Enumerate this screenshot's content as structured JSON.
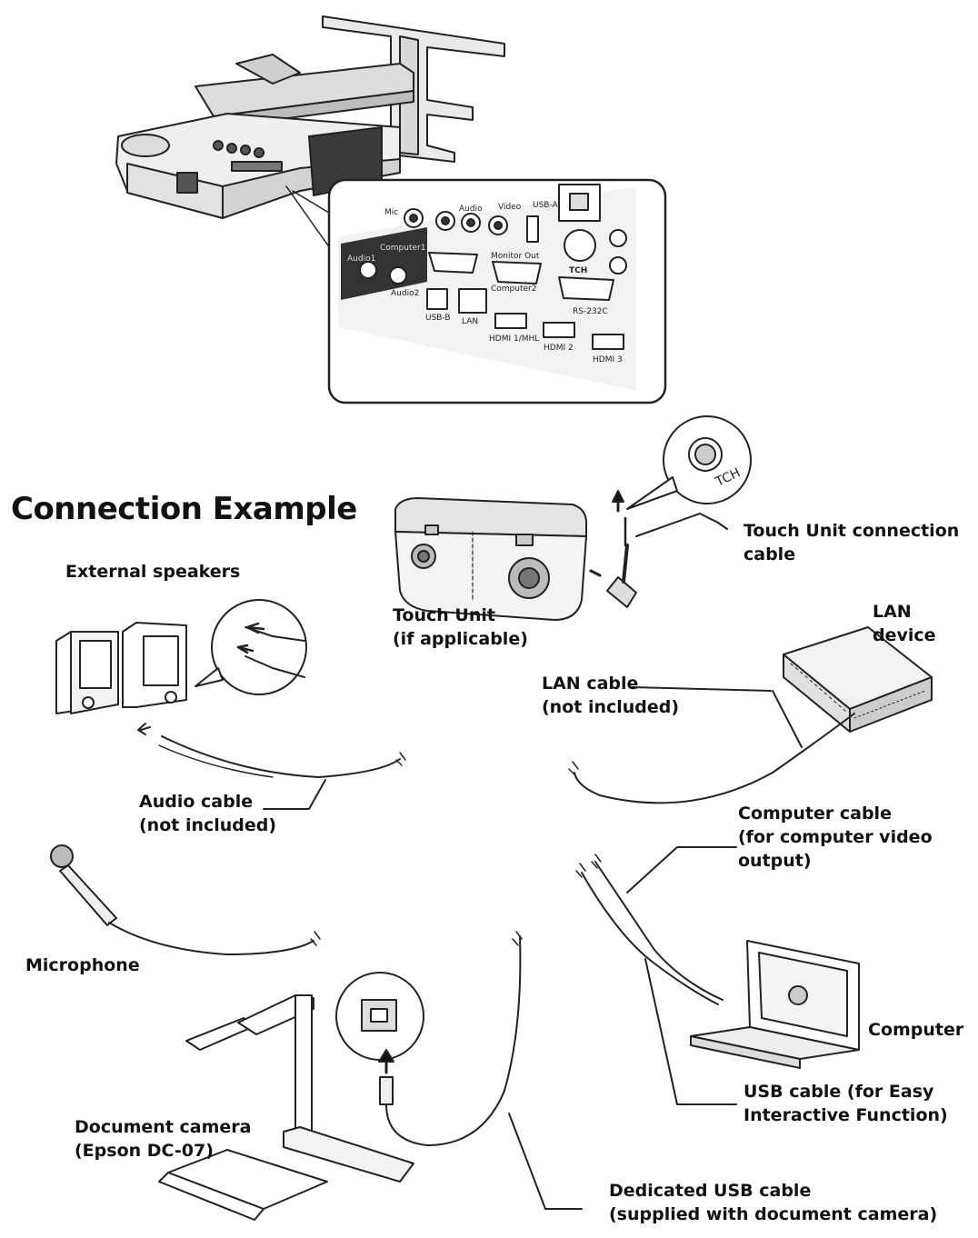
{
  "title": "Connection Example",
  "ports": {
    "mic": "Mic",
    "audio": "Audio",
    "video": "Video",
    "usb_a": "USB-A",
    "computer1": "Computer1",
    "monitor_out": "Monitor Out",
    "computer2": "Computer2",
    "audio1": "Audio1",
    "audio2": "Audio2",
    "usb_b": "USB-B",
    "lan": "LAN",
    "hdmi1": "HDMI 1/MHL",
    "hdmi2": "HDMI 2",
    "hdmi3": "HDMI 3",
    "rs232c": "RS-232C",
    "tch": "TCH"
  },
  "labels": {
    "external_speakers": "External speakers",
    "touch_unit": "Touch Unit\n(if applicable)",
    "touch_unit_cable": "Touch Unit connection\ncable",
    "lan_device": "LAN device",
    "lan_cable": "LAN cable\n(not included)",
    "audio_cable": "Audio cable\n(not included)",
    "computer_cable": "Computer cable\n(for computer video\noutput)",
    "microphone": "Microphone",
    "computer": "Computer",
    "usb_cable": "USB cable (for Easy\nInteractive Function)",
    "document_camera": "Document camera\n(Epson DC-07)",
    "dedicated_usb_cable": "Dedicated USB cable\n(supplied with document camera)"
  }
}
